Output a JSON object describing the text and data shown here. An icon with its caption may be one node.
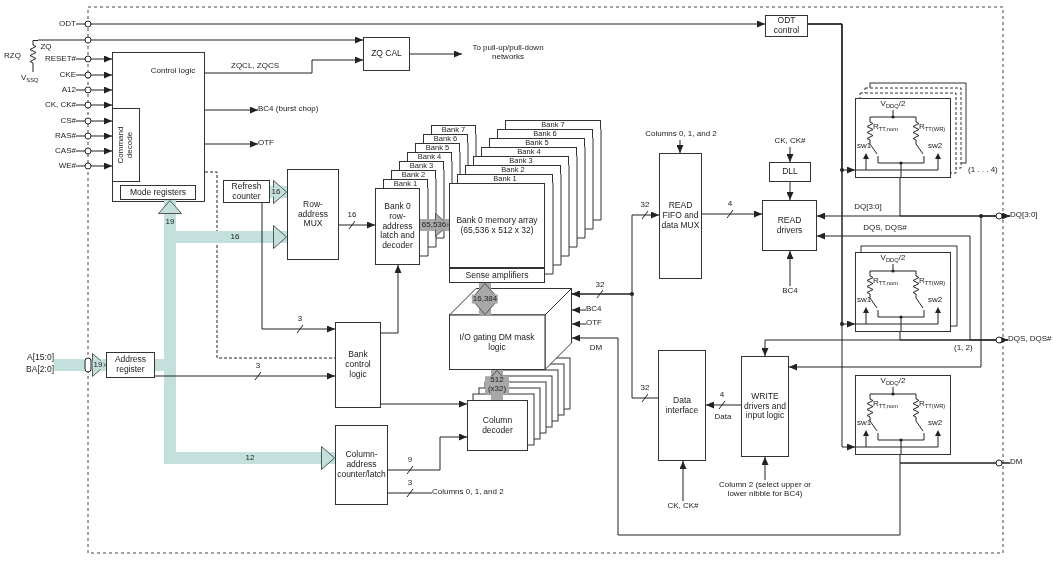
{
  "diagram": {
    "nodes": [
      {
        "text": [
          "ODT"
        ]
      },
      {
        "text": [],
        "shape": "resistor",
        "beside": [
          "RZQ",
          "V$_{SSQ}$"
        ]
      },
      {
        "text": [
          "RESET#"
        ]
      },
      {
        "text": [
          "CKE"
        ]
      },
      {
        "text": [
          "A12"
        ]
      },
      {
        "text": [
          "CK, CK#"
        ]
      },
      {
        "text": [
          "CS#"
        ]
      },
      {
        "text": [
          "RAS#"
        ]
      },
      {
        "text": [
          "CAS#"
        ]
      },
      {
        "text": [
          "WE#"
        ]
      },
      {
        "text": [
          "Control logic"
        ]
      },
      {
        "text": [
          "Command decode"
        ],
        "in": 10
      },
      {
        "text": [
          "Mode registers"
        ],
        "in": 10
      },
      {
        "text": [
          "ZQ CAL"
        ]
      },
      {
        "text": [
          "To pull-up/pull-down networks"
        ]
      },
      {
        "text": [
          "ODT control"
        ]
      },
      {
        "text": [
          "BC4 (burst chop)"
        ]
      },
      {
        "text": [
          "OTF"
        ]
      },
      {
        "text": [
          "Refresh counter"
        ]
      },
      {
        "text": [
          "Row-address MUX"
        ]
      },
      {
        "text": [
          "Bank 7"
        ]
      },
      {
        "text": [
          "Bank 6"
        ]
      },
      {
        "text": [
          "Bank 5"
        ]
      },
      {
        "text": [
          "Bank 4"
        ]
      },
      {
        "text": [
          "Bank 3"
        ]
      },
      {
        "text": [
          "Bank 2"
        ]
      },
      {
        "text": [
          "Bank 1"
        ]
      },
      {
        "text": [
          "Bank 0 row-address latch and decoder"
        ]
      },
      {
        "text": [
          "Bank 7"
        ]
      },
      {
        "text": [
          "Bank 6"
        ]
      },
      {
        "text": [
          "Bank 5"
        ]
      },
      {
        "text": [
          "Bank 4"
        ]
      },
      {
        "text": [
          "Bank 3"
        ]
      },
      {
        "text": [
          "Bank 2"
        ]
      },
      {
        "text": [
          "Bank 1"
        ]
      },
      {
        "text": [
          "Bank 0 memory array (65,536 x 512 x 32)"
        ]
      },
      {
        "text": [
          "Sense amplifiers"
        ]
      },
      {
        "text": [
          "Columns 0, 1, and 2"
        ]
      },
      {
        "text": [
          "READ FIFO and data MUX"
        ]
      },
      {
        "text": [
          "CK, CK#"
        ]
      },
      {
        "text": [
          "DLL"
        ]
      },
      {
        "text": [
          "READ drivers"
        ]
      },
      {
        "text": [
          "BC4"
        ]
      },
      {
        "text": [
          "V$_{DDQ}$/2",
          "R$_{TT,nom}$",
          "R$_{TT(WR)}$",
          "sw1",
          "sw2"
        ],
        "beside": [
          "(1 . . . 4)"
        ]
      },
      {
        "text": [
          "DQ[3:0]"
        ]
      },
      {
        "text": [
          "I/O gating DM mask logic"
        ]
      },
      {
        "text": [
          "BC4"
        ]
      },
      {
        "text": [
          "OTF"
        ]
      },
      {
        "text": [
          "V$_{DDQ}$/2",
          "R$_{TT,nom}$",
          "R$_{TT(WR)}$",
          "sw1",
          "sw2"
        ],
        "beside": [
          "(1, 2)"
        ]
      },
      {
        "text": [
          "DQS, DQS#"
        ]
      },
      {
        "text": [
          "A[15:0]",
          "BA[2:0]"
        ]
      },
      {
        "text": [
          "Address register"
        ]
      },
      {
        "text": [
          "Bank control logic"
        ]
      },
      {
        "text": [
          "Data interface"
        ]
      },
      {
        "text": [
          "WRITE drivers and input logic"
        ]
      },
      {
        "text": [
          "V$_{DDQ}$/2",
          "R$_{TT,nom}$",
          "R$_{TT(WR)}$",
          "sw1",
          "sw2"
        ]
      },
      {
        "text": [
          "DM"
        ]
      },
      {
        "text": [
          "Column decoder"
        ]
      },
      {
        "text": [
          "Column-address counter/latch"
        ]
      },
      {
        "text": [
          "Columns 0, 1, and 2"
        ]
      },
      {
        "text": [
          "CK, CK#"
        ]
      },
      {
        "text": [
          "Column 2 (select upper or lower nibble for BC4)"
        ]
      }
    ],
    "edges": [
      {
        "from": 0,
        "to": 15,
        "arrow": "to"
      },
      {
        "from": 1,
        "to": 13,
        "arrow": "to"
      },
      {
        "from": 2,
        "to": 10,
        "arrow": "to"
      },
      {
        "from": 3,
        "to": 10,
        "arrow": "to"
      },
      {
        "from": 4,
        "to": 10,
        "arrow": "to"
      },
      {
        "from": 5,
        "to": 10,
        "arrow": "to"
      },
      {
        "from": 6,
        "to": 11,
        "arrow": "to"
      },
      {
        "from": 7,
        "to": 11,
        "arrow": "to"
      },
      {
        "from": 8,
        "to": 11,
        "arrow": "to"
      },
      {
        "from": 9,
        "to": 11,
        "arrow": "to"
      },
      {
        "from": 10,
        "to": 13,
        "arrow": "to",
        "label": "ZQCL, ZQCS"
      },
      {
        "from": 13,
        "to": 14,
        "arrow": "to"
      },
      {
        "from": 10,
        "to": 16,
        "arrow": "to"
      },
      {
        "from": 10,
        "to": 17,
        "arrow": "to"
      },
      {
        "from": 10,
        "to": 52,
        "arrow": "none",
        "style": "dashed"
      },
      {
        "from": 51,
        "to": 12,
        "arrow": "to",
        "label": "19",
        "style": "thick",
        "color": "#c3e0dc"
      },
      {
        "from": 51,
        "to": 19,
        "arrow": "to",
        "label": "16",
        "style": "thick",
        "color": "#c3e0dc"
      },
      {
        "from": 51,
        "to": 58,
        "arrow": "to",
        "label": "12",
        "style": "thick",
        "color": "#c3e0dc"
      },
      {
        "from": 18,
        "to": 19,
        "arrow": "to",
        "label": "16",
        "style": "thick",
        "color": "#c3e0dc"
      },
      {
        "from": 50,
        "to": 51,
        "arrow": "to",
        "label": "19",
        "style": "thick",
        "color": "#c3e0dc"
      },
      {
        "from": 51,
        "to": 52,
        "arrow": "to",
        "label": "3"
      },
      {
        "from": 18,
        "to": 52,
        "arrow": "to",
        "label": "3"
      },
      {
        "from": 19,
        "to": 27,
        "arrow": "to",
        "label": "16"
      },
      {
        "from": 27,
        "to": 35,
        "arrow": "to",
        "label": "65,536",
        "style": "thick",
        "color": "#a8a8a8"
      },
      {
        "from": 36,
        "to": 45,
        "arrow": "both",
        "label": "16,384",
        "style": "thick",
        "color": "#a8a8a8"
      },
      {
        "from": 57,
        "to": 45,
        "arrow": "to",
        "label": "512 (x32)",
        "style": "thick",
        "color": "#a8a8a8"
      },
      {
        "from": 52,
        "to": 27,
        "arrow": "to"
      },
      {
        "from": 52,
        "to": 57,
        "arrow": "to"
      },
      {
        "from": 58,
        "to": 57,
        "arrow": "to",
        "label": "9"
      },
      {
        "from": 58,
        "to": 59,
        "arrow": "none",
        "label": "3"
      },
      {
        "from": 45,
        "to": 38,
        "arrow": "both",
        "label": "32"
      },
      {
        "from": 53,
        "to": 45,
        "arrow": "to",
        "label": "32"
      },
      {
        "from": 46,
        "to": 45,
        "arrow": "to"
      },
      {
        "from": 47,
        "to": 45,
        "arrow": "to"
      },
      {
        "from": 56,
        "to": 45,
        "arrow": "to",
        "label": "DM"
      },
      {
        "from": 37,
        "to": 38,
        "arrow": "to"
      },
      {
        "from": 39,
        "to": 40,
        "arrow": "to"
      },
      {
        "from": 40,
        "to": 41,
        "arrow": "to"
      },
      {
        "from": 38,
        "to": 41,
        "arrow": "to",
        "label": "4"
      },
      {
        "from": 42,
        "to": 41,
        "arrow": "to"
      },
      {
        "from": 41,
        "to": 44,
        "arrow": "both",
        "label": "DQ[3:0]"
      },
      {
        "from": 41,
        "to": 49,
        "arrow": "both",
        "label": "DQS, DQS#"
      },
      {
        "from": 44,
        "to": 54,
        "arrow": "to"
      },
      {
        "from": 49,
        "to": 54,
        "arrow": "to"
      },
      {
        "from": 54,
        "to": 53,
        "arrow": "to",
        "label": "4"
      },
      {
        "from": 60,
        "to": 53,
        "arrow": "to"
      },
      {
        "from": 61,
        "to": 54,
        "arrow": "to"
      },
      {
        "from": 15,
        "to": 43,
        "arrow": "to"
      },
      {
        "from": 15,
        "to": 48,
        "arrow": "to"
      },
      {
        "from": 15,
        "to": 55,
        "arrow": "to"
      },
      {
        "from": 43,
        "to": 44,
        "arrow": "none"
      },
      {
        "from": 48,
        "to": 49,
        "arrow": "none"
      },
      {
        "from": 55,
        "to": 56,
        "arrow": "none"
      }
    ],
    "labels": [
      "ZQ",
      "32",
      "Data"
    ]
  }
}
